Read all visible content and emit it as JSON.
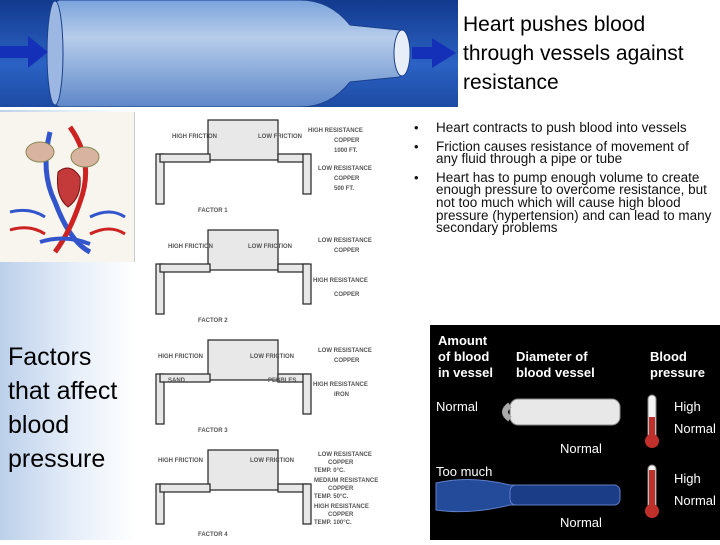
{
  "slide": {
    "title": "Heart pushes blood through vessels against resistance",
    "side_label": "Factors that affect blood pressure",
    "bullets": [
      "Heart contracts to push blood into vessels",
      "Friction causes resistance of movement of any fluid through a pipe or tube",
      "Heart has to pump enough volume to create enough pressure to overcome resistance, but not too much which will cause high blood pressure (hypertension) and can lead to many secondary problems"
    ]
  },
  "factors_diagram": {
    "factor_labels": [
      "FACTOR 1",
      "FACTOR 2",
      "FACTOR 3",
      "FACTOR 4"
    ],
    "high_friction": "HIGH FRICTION",
    "low_friction": "LOW FRICTION",
    "high_resistance": "HIGH RESISTANCE",
    "low_resistance": "LOW RESISTANCE",
    "medium_resistance": "MEDIUM RESISTANCE",
    "copper": "COPPER",
    "iron": "IRON",
    "sand": "SAND",
    "pebbles": "PEBBLES",
    "len_1000": "1000 FT.",
    "len_500": "500 FT.",
    "temp_0": "TEMP. 0°C.",
    "temp_50": "TEMP. 50°C.",
    "temp_100": "TEMP. 100°C."
  },
  "pressure_diagram": {
    "col_amount": "Amount of blood in vessel",
    "col_diameter": "Diameter of blood vessel",
    "col_pressure": "Blood pressure",
    "row1_amount": "Normal",
    "row1_diameter": "Normal",
    "row1_high": "High",
    "row1_normal": "Normal",
    "row2_amount": "Too much",
    "row2_diameter": "Normal",
    "row2_high": "High",
    "row2_normal": "Normal"
  }
}
